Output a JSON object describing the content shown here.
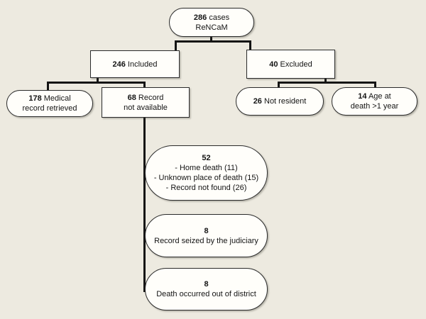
{
  "diagram": {
    "background_color": "#EDEAE0",
    "node_fill_color": "#FFFEFA",
    "border_color": "#2B2B2B",
    "connector_color": "#141414",
    "nodes": {
      "total": {
        "value": "286",
        "text": "cases",
        "line2": "ReNCaM"
      },
      "included": {
        "value": "246",
        "text": "Included"
      },
      "excluded": {
        "value": "40",
        "text": "Excluded"
      },
      "medical": {
        "value": "178",
        "text": "Medical",
        "line2": "record retrieved"
      },
      "record_na": {
        "value": "68",
        "text": "Record",
        "line2": "not available"
      },
      "not_resident": {
        "value": "26",
        "text": "Not resident"
      },
      "age": {
        "value": "14",
        "text": "Age at",
        "line2": "death >1 year"
      },
      "breakdown": {
        "value": "52",
        "items": [
          "- Home death (11)",
          "- Unknown place of death (15)",
          "- Record not found (26)"
        ]
      },
      "seized": {
        "value": "8",
        "line2": "Record seized by the judiciary"
      },
      "out_district": {
        "value": "8",
        "line2": "Death occurred out of district"
      }
    }
  }
}
